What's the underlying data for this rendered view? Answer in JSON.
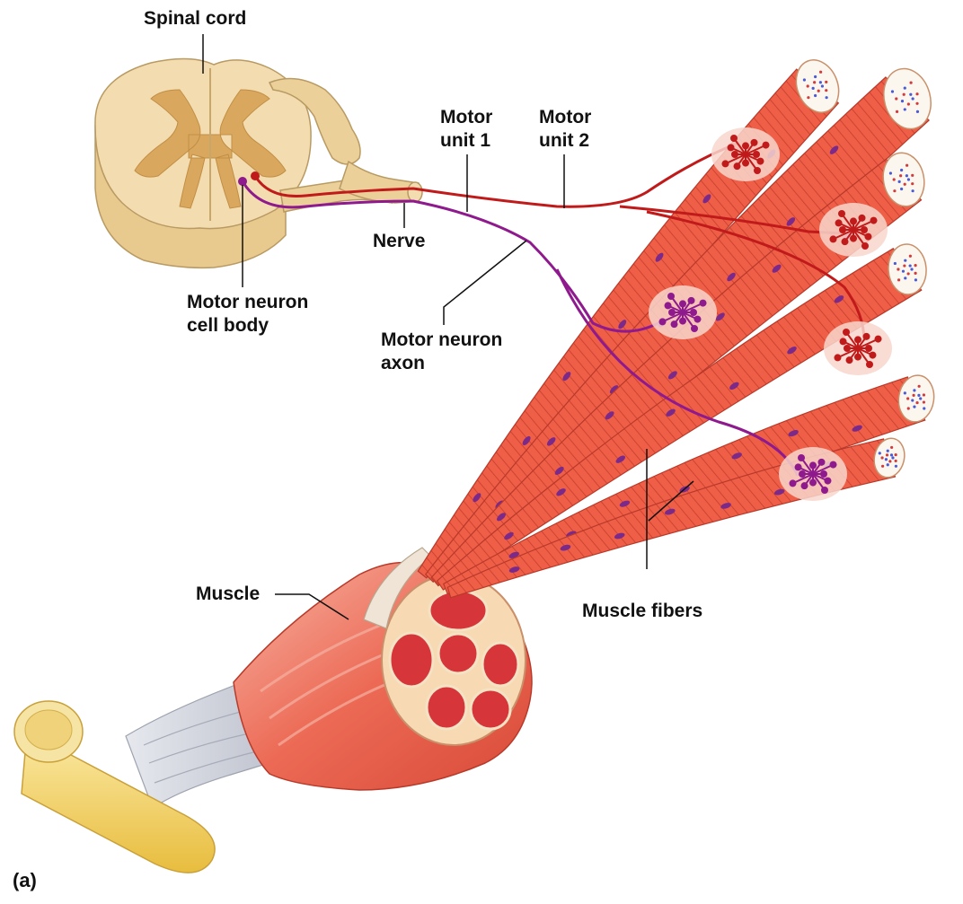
{
  "labels": {
    "spinal_cord": "Spinal cord",
    "motor_unit_1": [
      "Motor",
      "unit 1"
    ],
    "motor_unit_2": [
      "Motor",
      "unit 2"
    ],
    "nerve": "Nerve",
    "motor_neuron_cell_body": [
      "Motor neuron",
      "cell body"
    ],
    "motor_neuron_axon": [
      "Motor neuron",
      "axon"
    ],
    "muscle": "Muscle",
    "muscle_fibers": "Muscle fibers",
    "panel": "(a)"
  },
  "colors": {
    "spinal_white_matter": "#f3ddb0",
    "spinal_gray_matter": "#d9a85e",
    "muscle_fiber": "#f0604a",
    "muscle_fiber_stripe": "#c8402e",
    "nucleus": "#7b2a8a",
    "motor_unit_1_axon": "#c01a1a",
    "motor_unit_2_axon": "#8e1a8e",
    "tendon": "#c9ccd4",
    "bone": "#f2d36a",
    "leader_line": "#111111"
  }
}
